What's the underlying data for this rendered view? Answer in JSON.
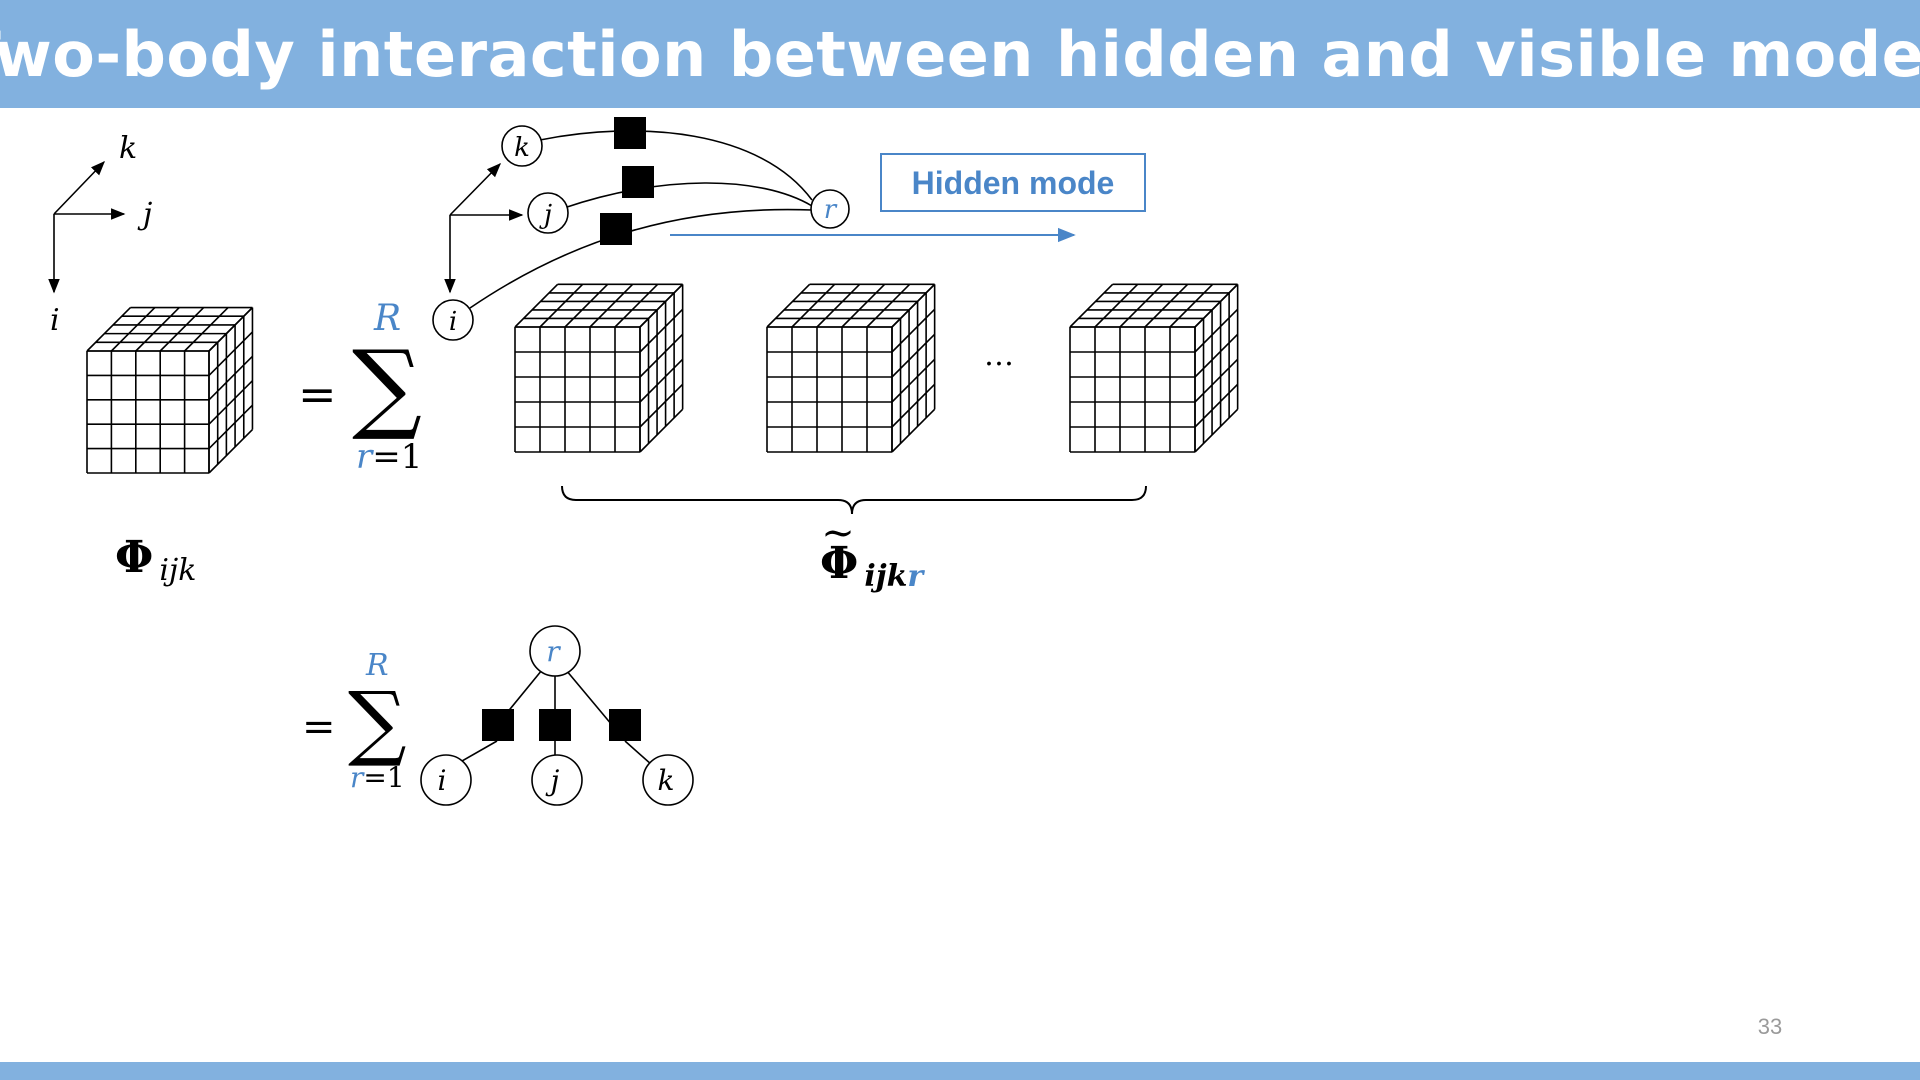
{
  "slide": {
    "title": "Two-body interaction between hidden and visible modes",
    "page_number": "33"
  },
  "hidden_mode_label": "Hidden mode",
  "axes": {
    "i": "i",
    "j": "j",
    "k": "k"
  },
  "nodes": {
    "i": "i",
    "j": "j",
    "k": "k",
    "r": "r"
  },
  "equation": {
    "equals": "=",
    "sigma": "∑",
    "upper_limit": "R",
    "lower_limit_var": "r",
    "lower_limit_rest": "=1",
    "ellipsis": "…"
  },
  "labels": {
    "phi_symbol": "Φ",
    "phi_subscript": "ijk",
    "phi_tilde_symbol": "Φ",
    "phi_tilde_subscript": "ijk",
    "phi_tilde_subscript_r": "r",
    "tilde": "~"
  },
  "colors": {
    "accent": "#82b1df",
    "highlight": "#4a86c8",
    "text": "#000000"
  }
}
